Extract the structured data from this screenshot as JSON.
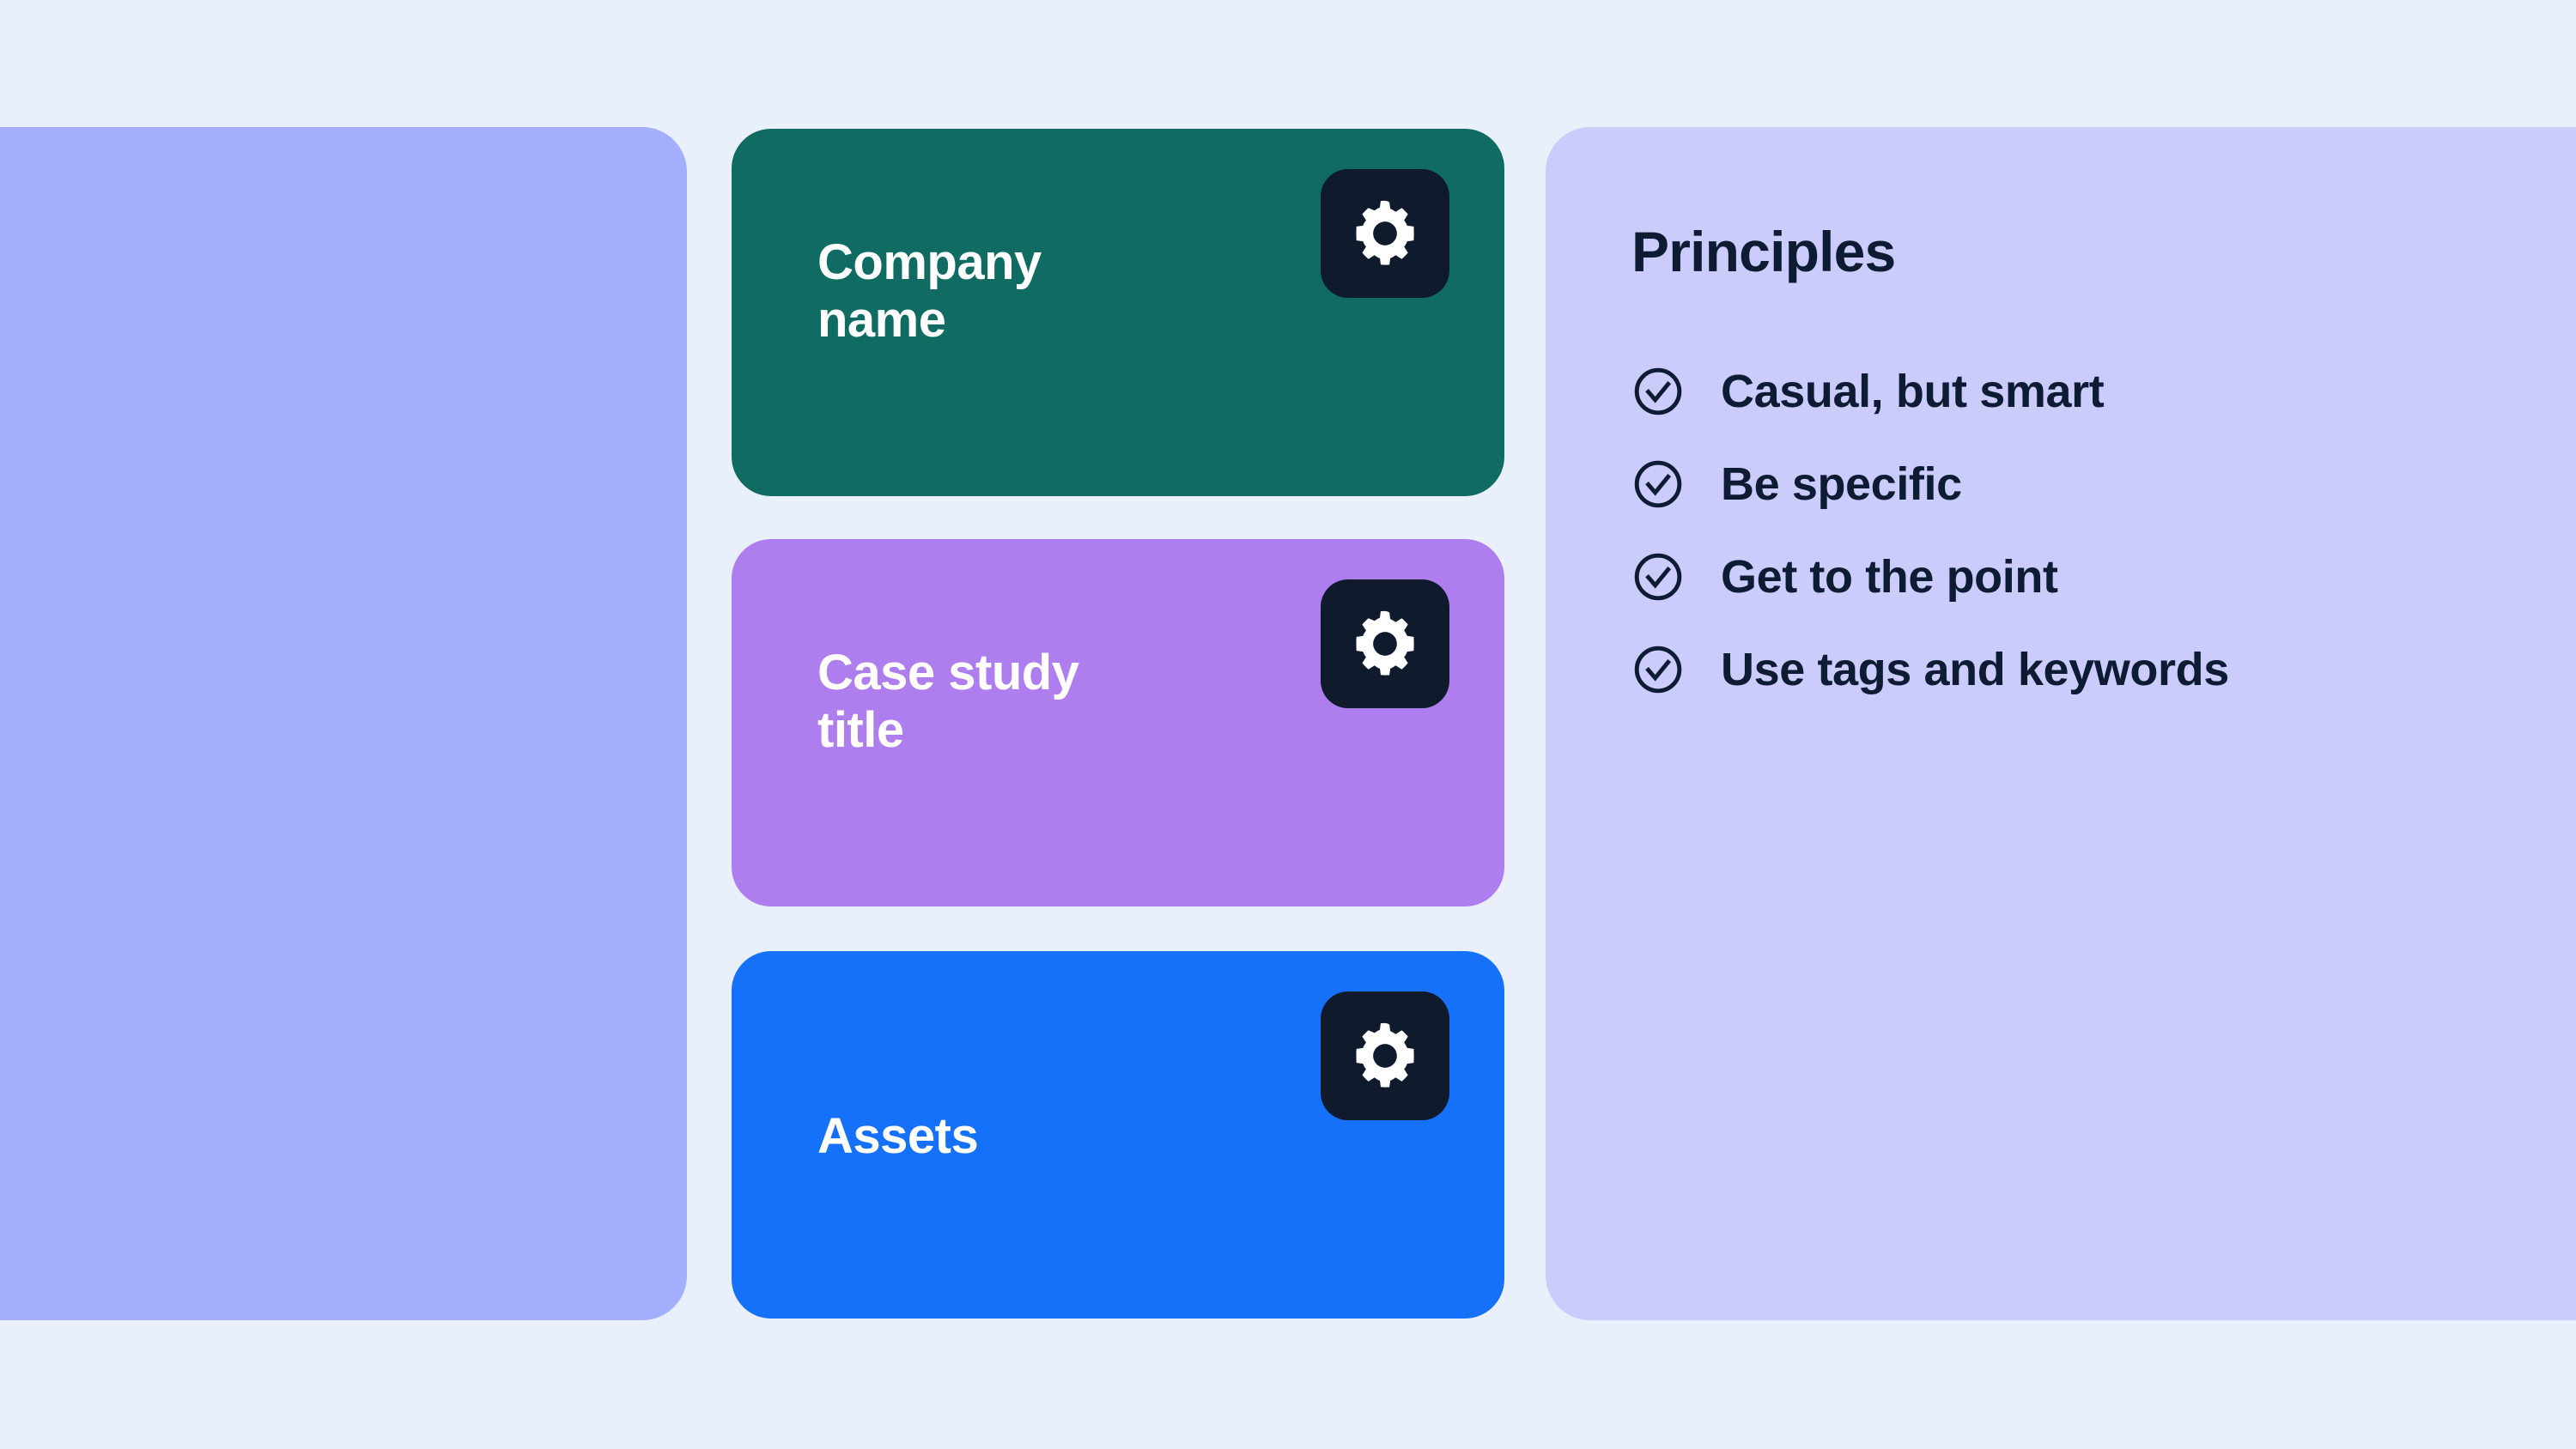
{
  "background_color": "#e9effb",
  "left_panel": {
    "name": "empty-panel",
    "color": "#a3aefd"
  },
  "cards": [
    {
      "id": "company-name",
      "title": "Company\nname",
      "color": "#106b63",
      "text_color": "#ffffff",
      "action_icon": "gear-icon",
      "action_button_color": "#0f1b2d"
    },
    {
      "id": "case-study-title",
      "title": "Case study\ntitle",
      "color": "#ae7dee",
      "text_color": "#ffffff",
      "action_icon": "gear-icon",
      "action_button_color": "#0f1b2d"
    },
    {
      "id": "assets",
      "title": "Assets",
      "color": "#1570fa",
      "text_color": "#ffffff",
      "action_icon": "gear-icon",
      "action_button_color": "#0f1b2d"
    }
  ],
  "principles": {
    "title": "Principles",
    "color": "#cbcbfc",
    "text_color": "#0d1b33",
    "item_icon": "check-circle-icon",
    "items": [
      {
        "label": "Casual, but smart"
      },
      {
        "label": "Be specific"
      },
      {
        "label": "Get to the point"
      },
      {
        "label": "Use tags and keywords"
      }
    ]
  }
}
